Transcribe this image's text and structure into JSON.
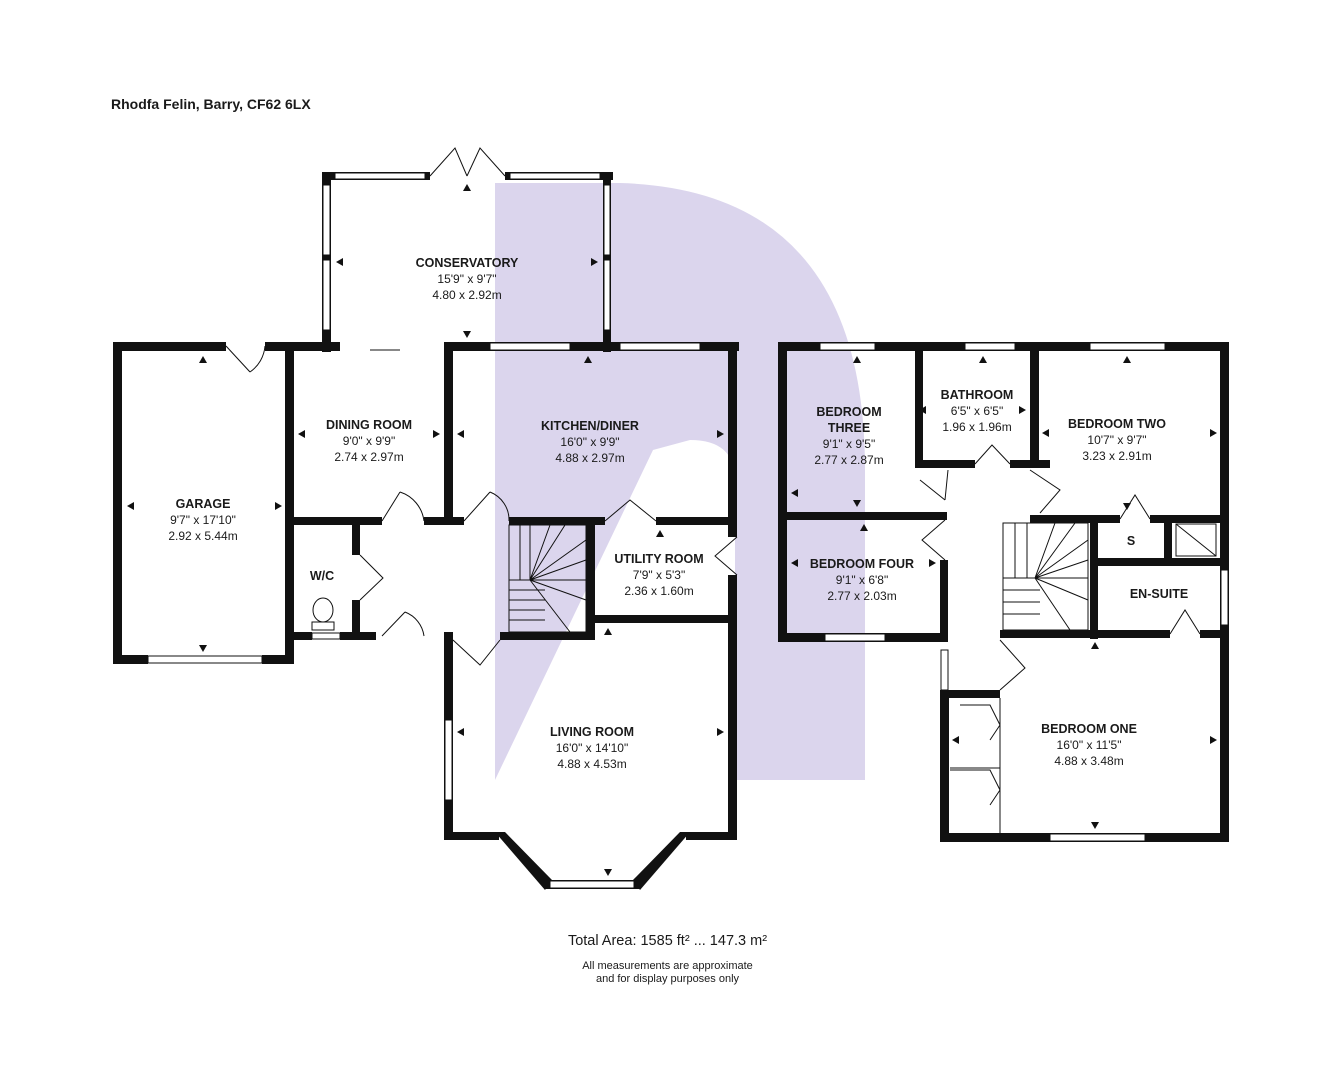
{
  "address": "Rhodfa Felin, Barry, CF62 6LX",
  "colors": {
    "wall": "#111111",
    "watermark": "#d9d3ec",
    "window": "#ffffff"
  },
  "rooms": {
    "conservatory": {
      "name": "CONSERVATORY",
      "imperial": "15'9\" x 9'7\"",
      "metric": "4.80 x 2.92m"
    },
    "garage": {
      "name": "GARAGE",
      "imperial": "9'7\" x 17'10\"",
      "metric": "2.92 x 5.44m"
    },
    "dining": {
      "name": "DINING ROOM",
      "imperial": "9'0\" x 9'9\"",
      "metric": "2.74 x 2.97m"
    },
    "kitchen": {
      "name": "KITCHEN/DINER",
      "imperial": "16'0\" x 9'9\"",
      "metric": "4.88 x 2.97m"
    },
    "wc": {
      "name": "W/C"
    },
    "utility": {
      "name": "UTILITY ROOM",
      "imperial": "7'9\" x 5'3\"",
      "metric": "2.36 x 1.60m"
    },
    "living": {
      "name": "LIVING ROOM",
      "imperial": "16'0\" x 14'10\"",
      "metric": "4.88 x 4.53m"
    },
    "bed3": {
      "name_line1": "BEDROOM",
      "name_line2": "THREE",
      "imperial": "9'1\" x 9'5\"",
      "metric": "2.77 x 2.87m"
    },
    "bathroom": {
      "name": "BATHROOM",
      "imperial": "6'5\" x 6'5\"",
      "metric": "1.96 x 1.96m"
    },
    "bed2": {
      "name": "BEDROOM TWO",
      "imperial": "10'7\" x 9'7\"",
      "metric": "3.23 x 2.91m"
    },
    "bed4": {
      "name": "BEDROOM FOUR",
      "imperial": "9'1\" x 6'8\"",
      "metric": "2.77 x 2.03m"
    },
    "store": {
      "name": "S"
    },
    "ensuite": {
      "name": "EN-SUITE"
    },
    "bed1": {
      "name": "BEDROOM ONE",
      "imperial": "16'0\" x 11'5\"",
      "metric": "4.88 x 3.48m"
    }
  },
  "total_area": "Total Area: 1585 ft² ... 147.3 m²",
  "disclaimer_line1": "All measurements are approximate",
  "disclaimer_line2": "and for display purposes only"
}
